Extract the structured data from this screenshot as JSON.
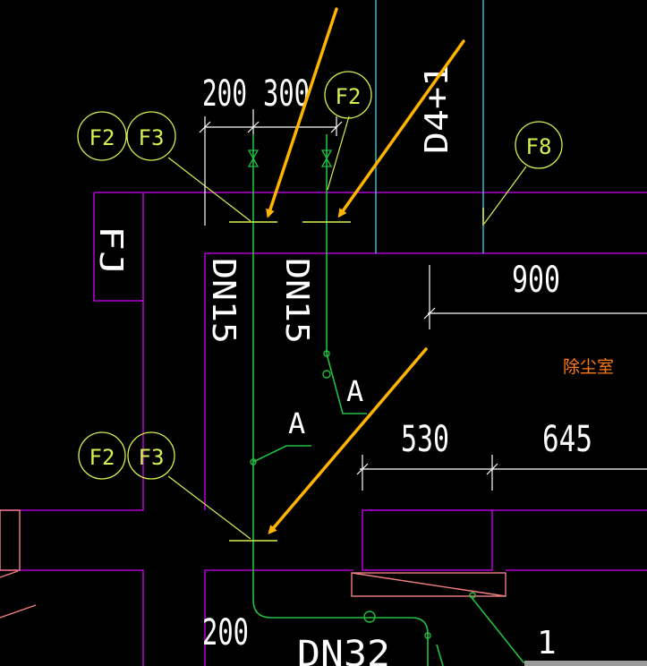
{
  "colors": {
    "background": "#000000",
    "wall": "#b000d0",
    "pipe": "#20c040",
    "tag": "#d8ef50",
    "cyan": "#30c8d8",
    "dim": "#ffffff",
    "arrow": "#ffb400",
    "room": "#ff7a10",
    "equipment": "#f08080"
  },
  "tags": [
    "F2",
    "F3",
    "F2",
    "F8",
    "F2",
    "F3"
  ],
  "dims": {
    "d200_top": "200",
    "d300": "300",
    "d900": "900",
    "d530": "530",
    "d645": "645",
    "d200_bottom": "200",
    "d1": "1"
  },
  "pipes": {
    "dn15_left": "DN15",
    "dn15_right": "DN15",
    "dn32": "DN32",
    "d4_1": "D4+1"
  },
  "labels": {
    "fj": "FJ",
    "a_left": "A",
    "a_right": "A",
    "room": "除尘室"
  }
}
